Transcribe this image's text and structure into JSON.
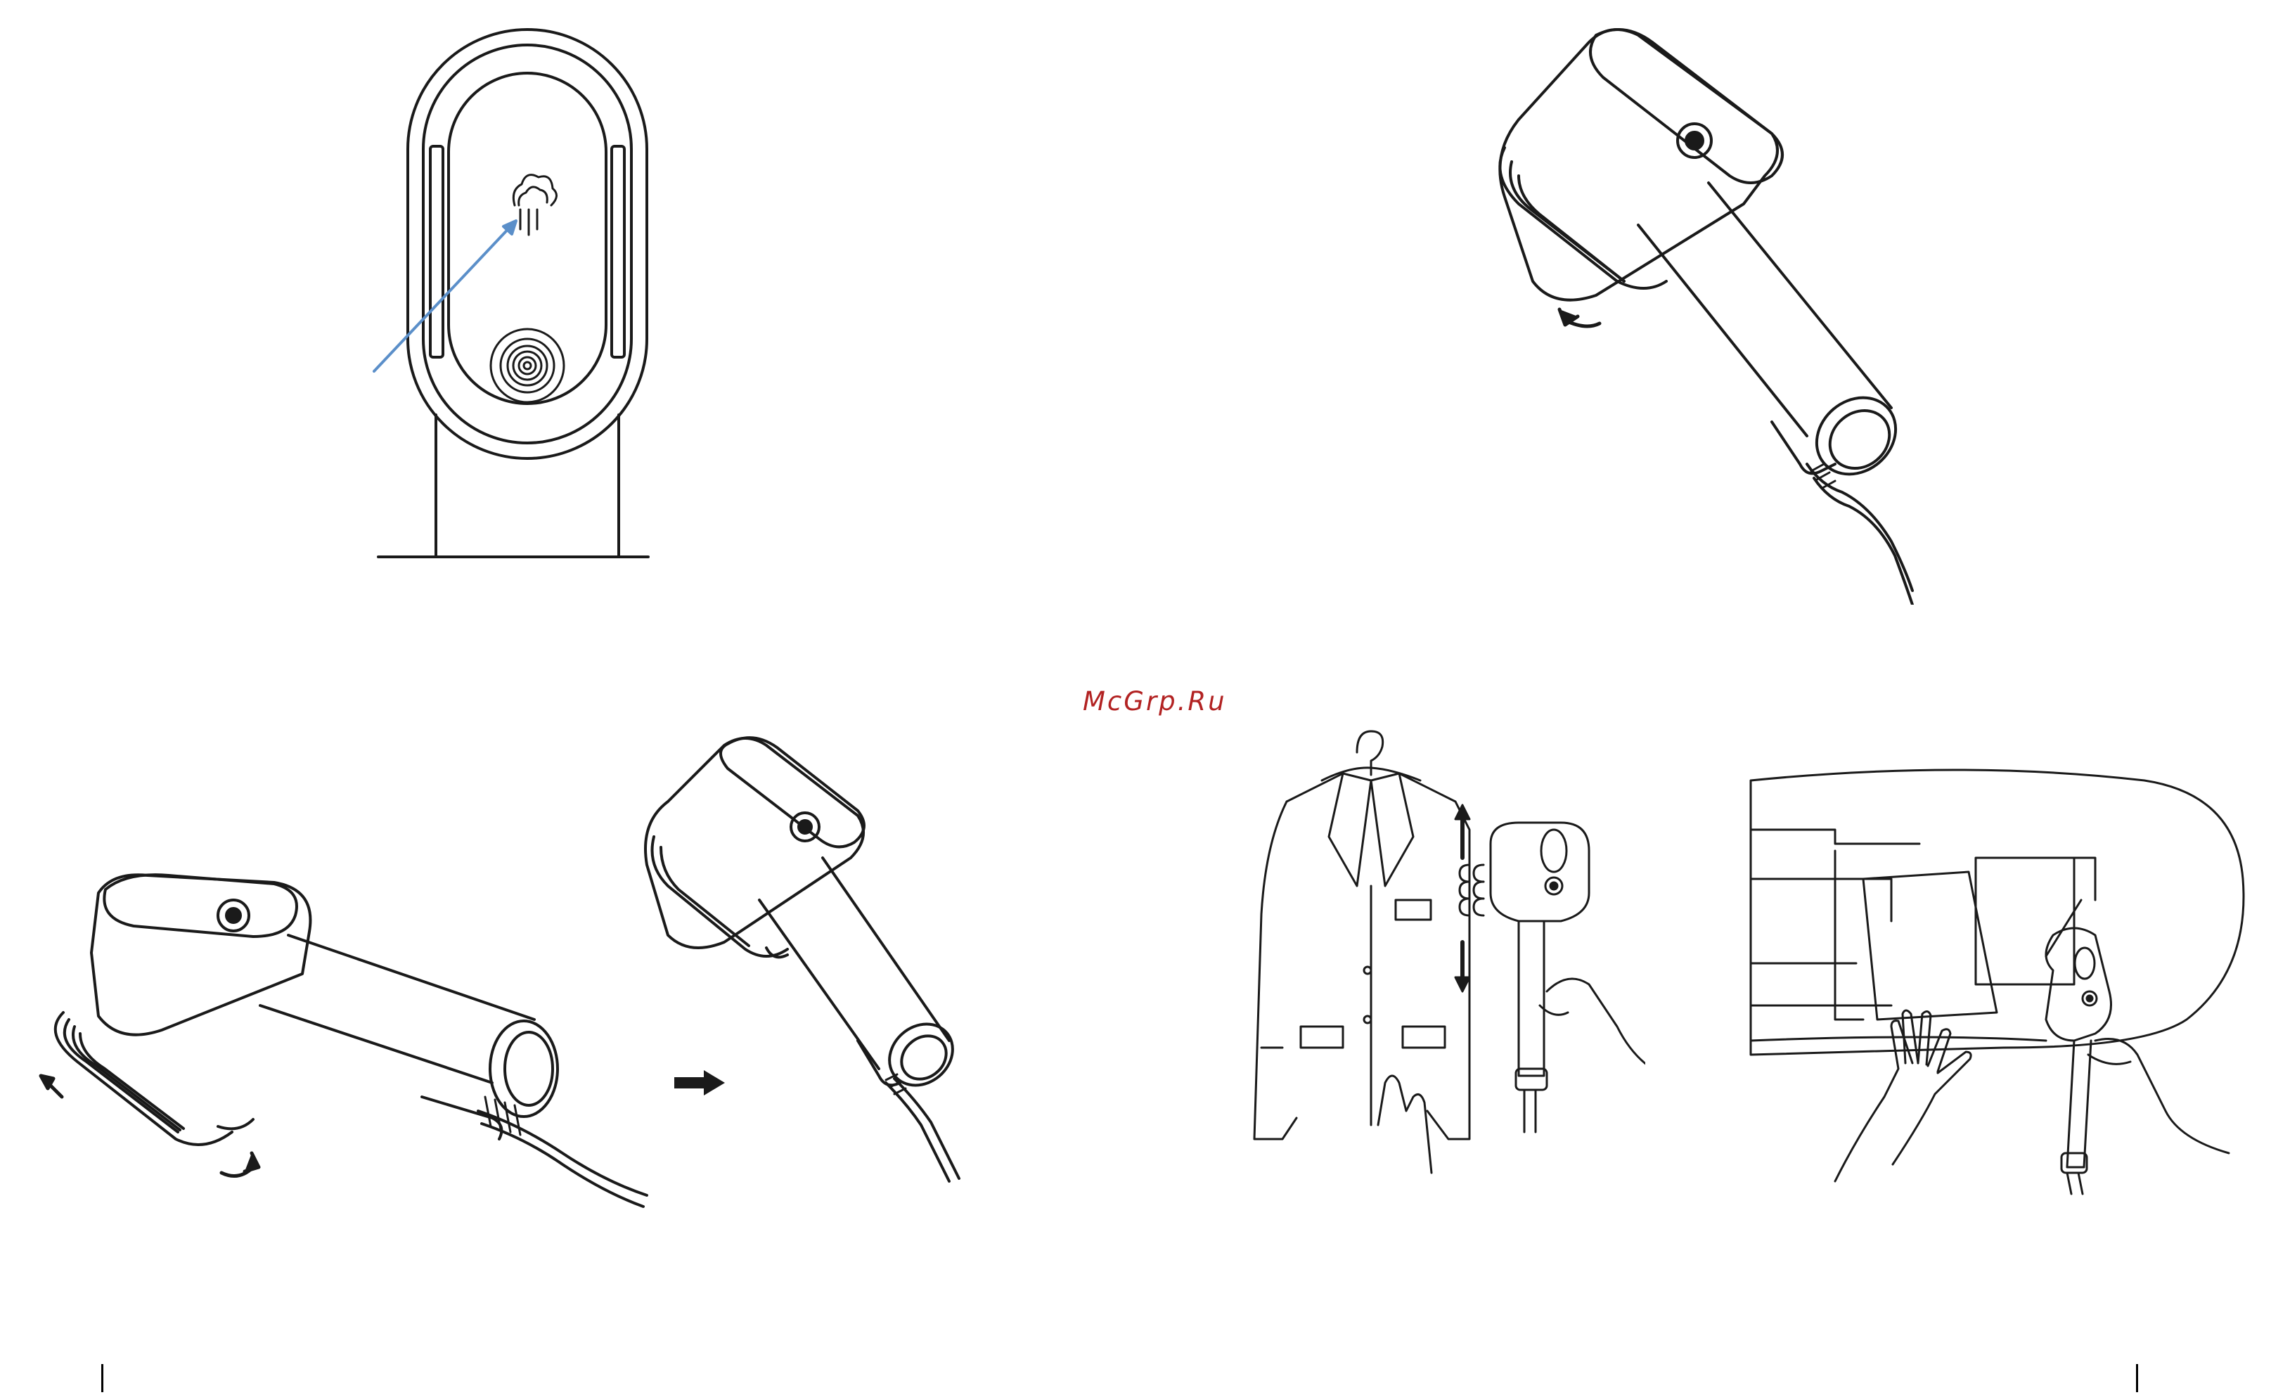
{
  "watermark": {
    "text": "McGrp.Ru",
    "color": "#b22222"
  },
  "colors": {
    "line": "#1a1a1a",
    "pointer_arrow": "#5b8fc9",
    "background": "#ffffff"
  },
  "figures": [
    {
      "id": "steam-button-closeup",
      "icons": [
        "steam-icon",
        "power-button-icon",
        "pointer-arrow"
      ]
    },
    {
      "id": "steamer-rotate-head",
      "icons": [
        "rotate-arrow-icon"
      ]
    },
    {
      "id": "attach-brush-head",
      "icons": [
        "rotate-arrow-icon",
        "lift-arrow-icon",
        "next-step-arrow-icon"
      ]
    },
    {
      "id": "steamer-ready",
      "icons": []
    },
    {
      "id": "vertical-steaming-jacket",
      "icons": [
        "hanger-icon",
        "up-arrow-icon",
        "down-arrow-icon",
        "steam-cloud-icon"
      ]
    },
    {
      "id": "horizontal-steaming-table",
      "icons": [
        "hand-icon"
      ]
    }
  ]
}
